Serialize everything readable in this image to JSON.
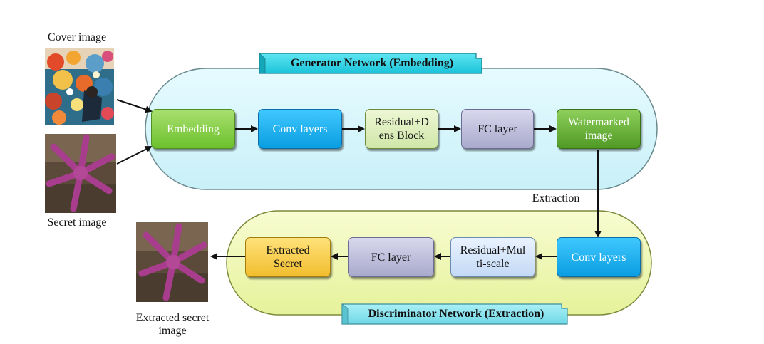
{
  "inputs": {
    "cover_label": "Cover image",
    "secret_label": "Secret  image",
    "output_label_line1": "Extracted secret",
    "output_label_line2": "image"
  },
  "generator": {
    "title": "Generator Network (Embedding)",
    "blocks": {
      "embedding": "Embedding",
      "conv": "Conv layers",
      "residual_line1": "Residual+D",
      "residual_line2": "ens Block",
      "fc": "FC layer",
      "watermarked_line1": "Watermarked",
      "watermarked_line2": "image"
    }
  },
  "extraction_label": "Extraction",
  "discriminator": {
    "title": "Discriminator Network (Extraction)",
    "blocks": {
      "conv": "Conv layers",
      "residual_line1": "Residual+Mul",
      "residual_line2": "ti-scale",
      "fc": "FC layer",
      "extracted_line1": "Extracted",
      "extracted_line2": "Secret"
    }
  },
  "colors": {
    "generator_bg": "#d6f6fb",
    "discriminator_bg": "#f1f8b6",
    "banner_bg": "#27d3e6"
  }
}
